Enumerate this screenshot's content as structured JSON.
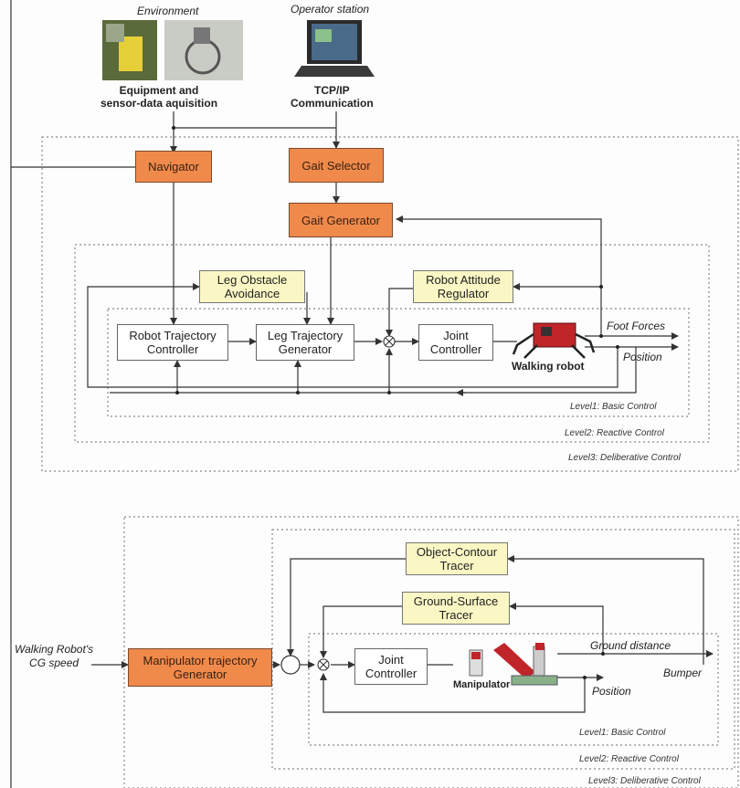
{
  "top": {
    "environment_label": "Environment",
    "operator_label": "Operator station",
    "equipment_caption": "Equipment and\nsensor-data aquisition",
    "comm_caption": "TCP/IP\nCommunication"
  },
  "blocks": {
    "navigator": "Navigator",
    "gait_selector": "Gait Selector",
    "gait_generator": "Gait Generator",
    "leg_obstacle": "Leg Obstacle\nAvoidance",
    "robot_attitude": "Robot Attitude\nRegulator",
    "robot_trajectory": "Robot Trajectory\nController",
    "leg_trajectory": "Leg Trajectory\nGenerator",
    "joint_controller_1": "Joint\nController",
    "manipulator_trajectory": "Manipulator trajectory\nGenerator",
    "object_contour": "Object-Contour\nTracer",
    "ground_surface": "Ground-Surface\nTracer",
    "joint_controller_2": "Joint\nController"
  },
  "labels": {
    "walking_robot": "Walking robot",
    "foot_forces": "Foot Forces",
    "position_1": "Position",
    "walking_cg_speed": "Walking Robot's\nCG speed",
    "manipulator": "Manipulator",
    "ground_distance": "Ground distance",
    "bumper": "Bumper",
    "position_2": "Position"
  },
  "levels": {
    "upper_l1": "Level1: Basic Control",
    "upper_l2": "Level2: Reactive Control",
    "upper_l3": "Level3: Deliberative Control",
    "lower_l1": "Level1: Basic Control",
    "lower_l2": "Level2: Reactive Control",
    "lower_l3": "Level3: Deliberative Control"
  },
  "colors": {
    "orange_block": "#f08a4b",
    "yellow_block": "#fbf7c4",
    "line": "#333333",
    "robot_red": "#c0252a"
  }
}
